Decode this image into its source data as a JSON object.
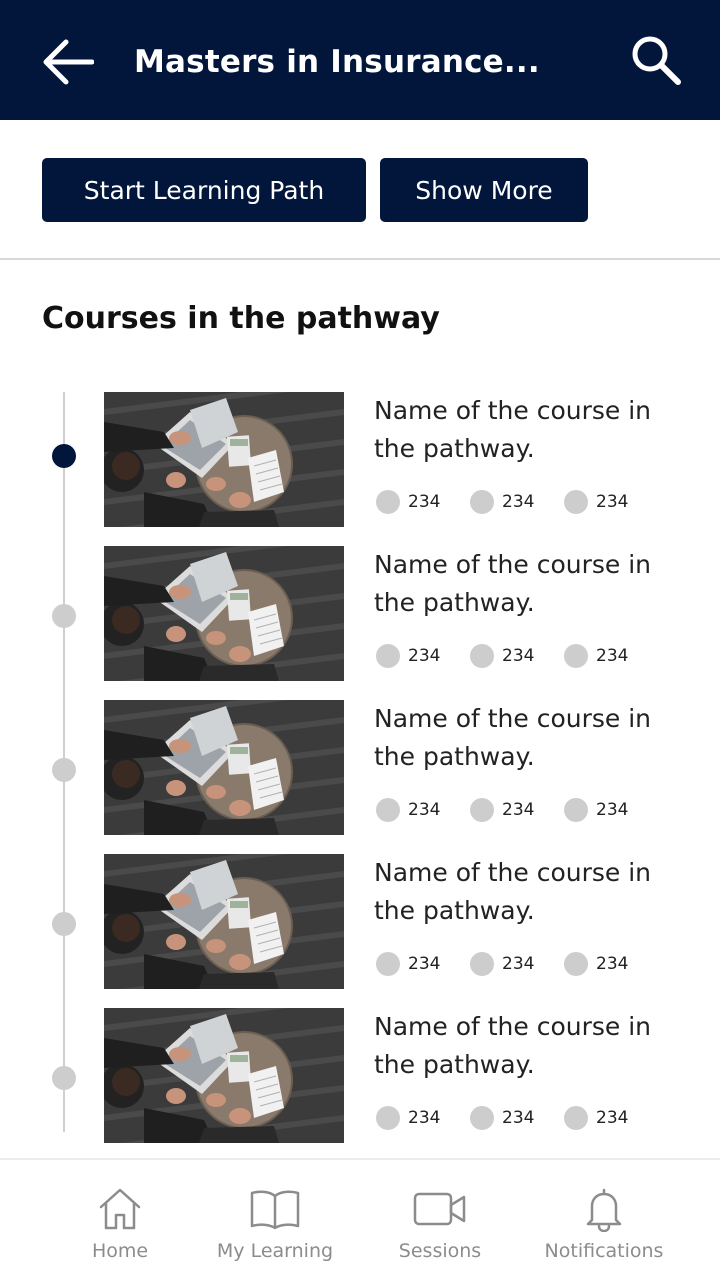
{
  "header": {
    "title": "Masters in Insurance..."
  },
  "actions": {
    "start_label": "Start Learning Path",
    "more_label": "Show More"
  },
  "section": {
    "title": "Courses in the pathway"
  },
  "courses": [
    {
      "name": "Name of the course in the pathway.",
      "stats": [
        "234",
        "234",
        "234"
      ],
      "completed": true
    },
    {
      "name": "Name of the course in the pathway.",
      "stats": [
        "234",
        "234",
        "234"
      ],
      "completed": false
    },
    {
      "name": "Name of the course in the pathway.",
      "stats": [
        "234",
        "234",
        "234"
      ],
      "completed": false
    },
    {
      "name": "Name of the course in the pathway.",
      "stats": [
        "234",
        "234",
        "234"
      ],
      "completed": false
    },
    {
      "name": "Name of the course in the pathway.",
      "stats": [
        "234",
        "234",
        "234"
      ],
      "completed": false
    }
  ],
  "bottom_nav": {
    "items": [
      {
        "label": "Home",
        "icon": "home-icon"
      },
      {
        "label": "My Learning",
        "icon": "book-icon"
      },
      {
        "label": "Sessions",
        "icon": "video-camera-icon"
      },
      {
        "label": "Notifications",
        "icon": "bell-icon"
      }
    ]
  },
  "colors": {
    "primary": "#02153a",
    "timeline_inactive": "#cdcdcd",
    "nav_label": "#8c8c8c"
  }
}
